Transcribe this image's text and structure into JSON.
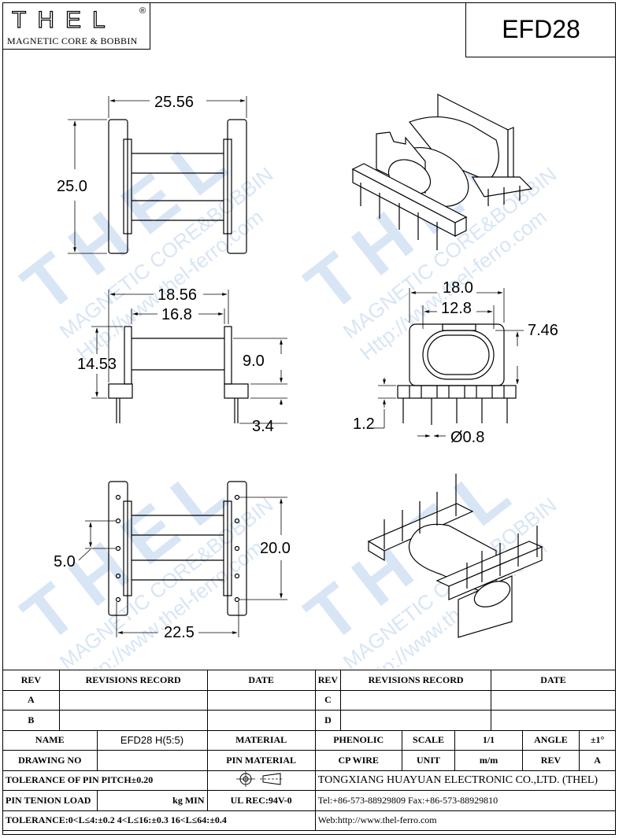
{
  "header": {
    "brand": "THEL",
    "registered": "®",
    "subtitle": "MAGNETIC CORE & BOBBIN",
    "part_number": "EFD28"
  },
  "watermark": {
    "brand": "THEL",
    "line1": "MAGNETIC CORE&BOBBIN",
    "line2": "Http://www.thel-ferro.com"
  },
  "dimensions": {
    "top_width": "25.56",
    "top_height": "25.0",
    "front_outer": "18.56",
    "front_inner": "16.8",
    "front_height": "14.53",
    "front_flange": "9.0",
    "front_pin": "3.4",
    "side_outer": "18.0",
    "side_inner": "12.8",
    "side_height": "7.46",
    "side_base": "1.2",
    "side_pin_dia": "Ø0.8",
    "bottom_pitch": "5.0",
    "bottom_span": "20.0",
    "bottom_width": "22.5"
  },
  "title_block": {
    "rev_label": "REV",
    "revisions_record": "REVISIONS RECORD",
    "date_label": "DATE",
    "rev_a": "A",
    "rev_b": "B",
    "rev_c": "C",
    "rev_d": "D",
    "name_label": "NAME",
    "name_value": "EFD28 H(5:5)",
    "material_label": "MATERIAL",
    "material_value": "PHENOLIC",
    "scale_label": "SCALE",
    "scale_value": "1/1",
    "angle_label": "ANGLE",
    "angle_value": "±1°",
    "drawing_no_label": "DRAWING NO",
    "pin_material_label": "PIN MATERIAL",
    "pin_material_value": "CP WIRE",
    "unit_label": "UNIT",
    "unit_value": "m/m",
    "rev_short": "REV",
    "rev_value": "A",
    "tol_pitch": "TOLERANCE OF PIN PITCH±0.20",
    "company": "TONGXIANG HUAYUAN ELECTRONIC CO.,LTD. (THEL)",
    "pin_load": "PIN TENION LOAD",
    "pin_load_unit": "kg MIN",
    "ul": "UL REC:94V-0",
    "tel": "Tel:+86-573-88929809 Fax:+86-573-88929810",
    "tolerance": "TOLERANCE:0<L≤4:±0.2  4<L≤16:±0.3  16<L≤64:±0.4",
    "web": "Web:http://www.thel-ferro.com"
  }
}
